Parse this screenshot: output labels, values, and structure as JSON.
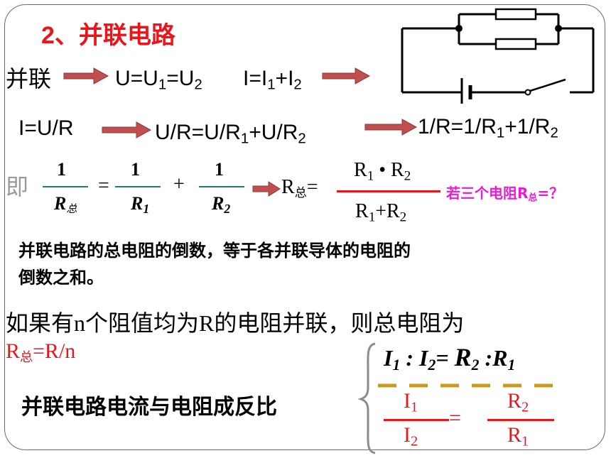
{
  "heading": "2、并联电路",
  "row1": {
    "label": "并联",
    "eq1": {
      "a": "U=U",
      "s1": "1",
      "b": "=U",
      "s2": "2"
    },
    "eq2": {
      "a": "I=I",
      "s1": "1",
      "b": "+I",
      "s2": "2"
    }
  },
  "row2": {
    "ohm": "I=U/R",
    "eq1": {
      "a": "U/R=U/R",
      "s1": "1",
      "b": "+U/R",
      "s2": "2"
    },
    "eq2": {
      "a": "1/R=1/R",
      "s1": "1",
      "b": "+1/R",
      "s2": "2"
    }
  },
  "formula": {
    "prefix": "即",
    "one": "1",
    "r_total": "R",
    "total_sub": "总",
    "r": "R",
    "sub1": "1",
    "sub2": "2",
    "eq": "=",
    "plus": "+",
    "rtotal_eq": "R",
    "eqsign": "=",
    "num_a": "R",
    "num_dot": " • R",
    "den_a": "R",
    "den_plus": "+R",
    "question_a": "若三个电阻R",
    "question_b": "=？"
  },
  "statement": {
    "line1": "并联电路的总电阻的倒数，等于各并联导体的电阻的",
    "line2": "倒数之和。"
  },
  "n_resistors": {
    "line1": "如果有n个阻值均为R的电阻并联，则总电阻为",
    "result_a": "R",
    "result_b": "=R/n"
  },
  "current_ratio": {
    "label": "并联电路电流与电阻成反比",
    "ratio": {
      "i": "I",
      "s1": "1",
      "c": " : ",
      "i2": "I",
      "s2": "2",
      "eq": "= ",
      "r": "R",
      "s3": "2",
      "c2": " :",
      "r1": "R",
      "s4": "1"
    },
    "frac_left": {
      "num": "I",
      "num_sub": "1",
      "den": "I",
      "den_sub": "2"
    },
    "frac_right": {
      "num": "R",
      "num_sub": "2",
      "den": "R",
      "den_sub": "1"
    },
    "eq": "="
  },
  "colors": {
    "red": "#e8151b",
    "magenta": "#e81dd3",
    "arrow": "#c0504d",
    "dash": "#c89b1e",
    "gray": "#9a9a9a",
    "teal": "#1f7a73"
  }
}
